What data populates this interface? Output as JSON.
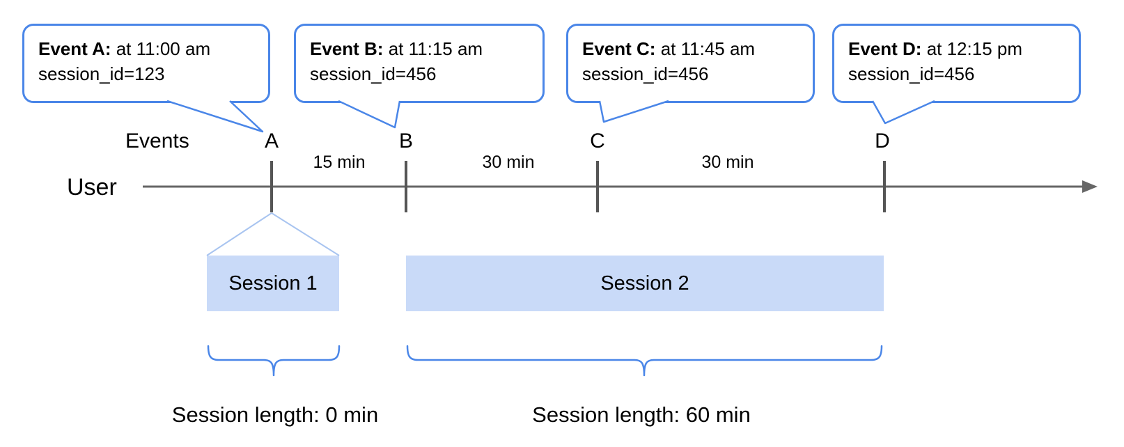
{
  "axis": {
    "events_label": "Events",
    "user_label": "User"
  },
  "callouts": [
    {
      "event": "A",
      "title": "Event A:",
      "detail": " at 11:00 am",
      "session": "session_id=123"
    },
    {
      "event": "B",
      "title": "Event B:",
      "detail": " at 11:15 am",
      "session": "session_id=456"
    },
    {
      "event": "C",
      "title": "Event C:",
      "detail": " at 11:45 am",
      "session": "session_id=456"
    },
    {
      "event": "D",
      "title": "Event D:",
      "detail": " at 12:15 pm",
      "session": "session_id=456"
    }
  ],
  "markers": [
    {
      "label": "A"
    },
    {
      "label": "B"
    },
    {
      "label": "C"
    },
    {
      "label": "D"
    }
  ],
  "intervals": [
    {
      "label": "15 min"
    },
    {
      "label": "30 min"
    },
    {
      "label": "30 min"
    }
  ],
  "sessions": [
    {
      "label": "Session 1",
      "length": "Session length: 0 min"
    },
    {
      "label": "Session 2",
      "length": "Session length: 60 min"
    }
  ],
  "colors": {
    "callout_border": "#4a86e8",
    "brace_stroke": "#4a86e8",
    "funnel_stroke": "#a8c4f0",
    "session_fill": "#c9daf8",
    "timeline_stroke": "#666666",
    "tick_stroke": "#555555",
    "text_color": "#000000"
  }
}
